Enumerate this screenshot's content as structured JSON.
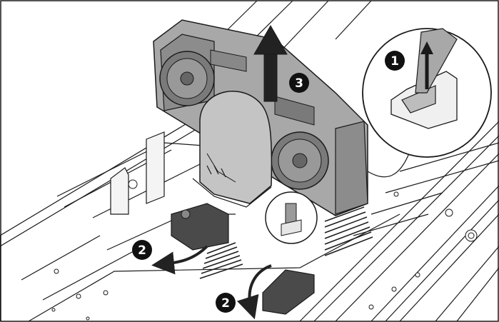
{
  "figure": {
    "callouts": [
      {
        "id": "callout-1",
        "label": "1"
      },
      {
        "id": "callout-2a",
        "label": "2"
      },
      {
        "id": "callout-2b",
        "label": "2"
      },
      {
        "id": "callout-3",
        "label": "3"
      }
    ]
  },
  "colors": {
    "line": "#1a1a1a",
    "fan_gray": "#9a9a9a",
    "duct_gray": "#bdbdbd",
    "clip_dark": "#4a4a4a",
    "callout_fill": "#111111",
    "arrow_fill": "#222222"
  },
  "icons": [
    "up-arrow-icon",
    "curved-arrow-icon",
    "fan-icon",
    "connector-icon"
  ]
}
